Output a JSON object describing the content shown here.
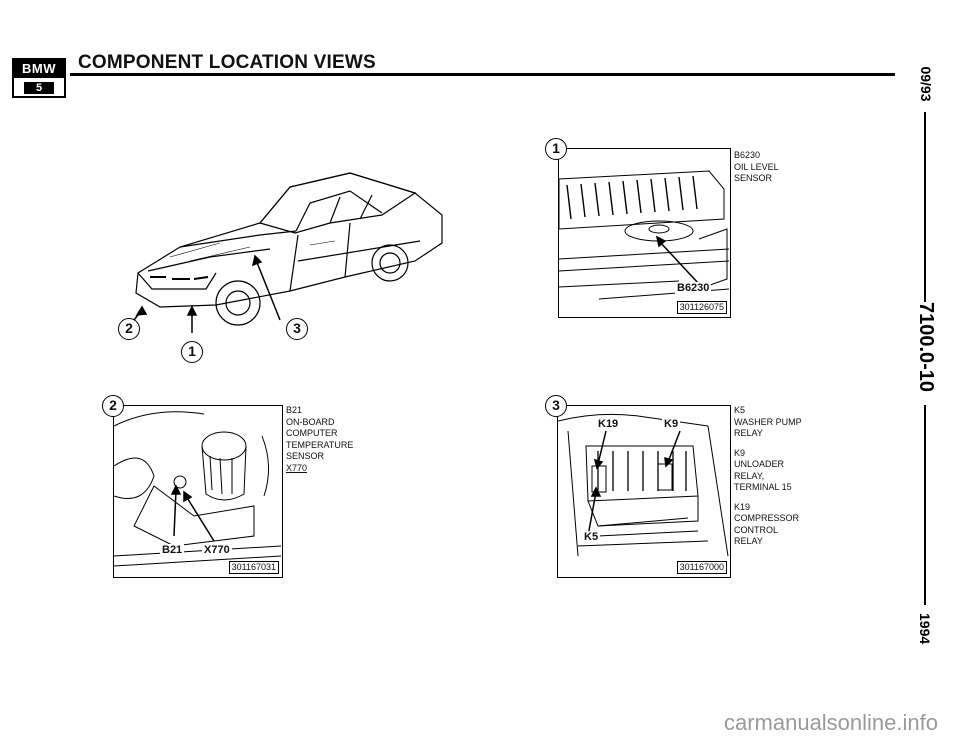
{
  "header": {
    "logo_brand": "BMW",
    "logo_series": "5",
    "title": "COMPONENT LOCATION VIEWS"
  },
  "sidebar": {
    "date": "09/93",
    "doc_number": "7100.0-10",
    "year": "1994"
  },
  "overview": {
    "callouts": [
      "2",
      "1",
      "3"
    ]
  },
  "panels": {
    "p1": {
      "number": "1",
      "callout": "B6230",
      "part_no": "301126075",
      "description": [
        "B6230",
        "OIL LEVEL",
        "SENSOR"
      ]
    },
    "p2": {
      "number": "2",
      "callout_a": "B21",
      "callout_b": "X770",
      "part_no": "301167031",
      "description": [
        "B21",
        "ON-BOARD",
        "COMPUTER",
        "TEMPERATURE",
        "SENSOR",
        "X770"
      ]
    },
    "p3": {
      "number": "3",
      "callout_k19": "K19",
      "callout_k9": "K9",
      "callout_k5": "K5",
      "part_no": "301167000",
      "description_k5": [
        "K5",
        "WASHER PUMP",
        "RELAY"
      ],
      "description_k9": [
        "K9",
        "UNLOADER",
        "RELAY,",
        "TERMINAL 15"
      ],
      "description_k19": [
        "K19",
        "COMPRESSOR",
        "CONTROL",
        "RELAY"
      ]
    }
  },
  "footer": {
    "watermark": "carmanualsonline.info"
  },
  "colors": {
    "ink": "#111111",
    "watermark": "#9a9a9a"
  }
}
